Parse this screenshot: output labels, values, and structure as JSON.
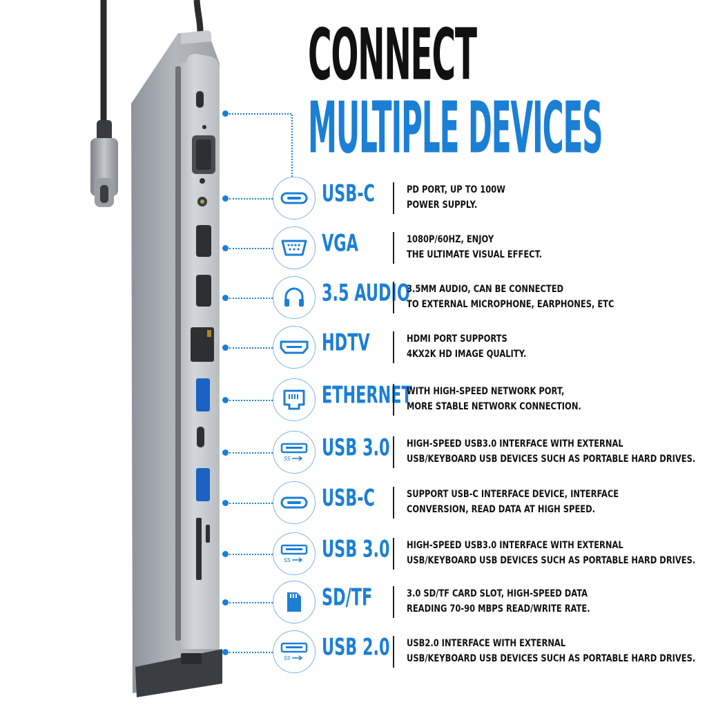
{
  "heading": {
    "line1": "CONNECT",
    "line2": "MULTIPLE DEVICES"
  },
  "colors": {
    "accent": "#1b7fd6",
    "title_dark": "#111111",
    "hub_body": "#a7abb2",
    "hub_face": "#c9ccd1"
  },
  "features": [
    {
      "icon": "usb-c-icon",
      "label": "USB-C",
      "desc": [
        "PD PORT, UP TO 100W",
        "POWER SUPPLY."
      ]
    },
    {
      "icon": "vga-icon",
      "label": "VGA",
      "desc": [
        "1080P/60HZ, ENJOY",
        "THE ULTIMATE VISUAL EFFECT."
      ]
    },
    {
      "icon": "headphones-icon",
      "label": "3.5 AUDIO",
      "desc": [
        "3.5MM AUDIO, CAN BE CONNECTED",
        "TO EXTERNAL MICROPHONE, EARPHONES, ETC"
      ]
    },
    {
      "icon": "hdmi-icon",
      "label": "HDTV",
      "desc": [
        "HDMI PORT SUPPORTS",
        "4KX2K HD IMAGE QUALITY."
      ]
    },
    {
      "icon": "ethernet-icon",
      "label": "ETHERNET",
      "desc": [
        "WITH HIGH-SPEED NETWORK PORT,",
        "MORE STABLE NETWORK CONNECTION."
      ]
    },
    {
      "icon": "usb-3-icon",
      "label": "USB 3.0",
      "desc": [
        "HIGH-SPEED USB3.0 INTERFACE WITH EXTERNAL",
        "USB/KEYBOARD USB DEVICES SUCH AS PORTABLE HARD DRIVES."
      ]
    },
    {
      "icon": "usb-c-icon",
      "label": "USB-C",
      "desc": [
        "SUPPORT USB-C INTERFACE DEVICE, INTERFACE",
        "CONVERSION, READ DATA AT HIGH SPEED."
      ]
    },
    {
      "icon": "usb-3-icon",
      "label": "USB 3.0",
      "desc": [
        "HIGH-SPEED USB3.0 INTERFACE WITH EXTERNAL",
        "USB/KEYBOARD USB DEVICES SUCH AS PORTABLE HARD DRIVES."
      ]
    },
    {
      "icon": "sd-card-icon",
      "label": "SD/TF",
      "desc": [
        "3.0 SD/TF CARD SLOT, HIGH-SPEED DATA",
        "READING 70-90 MBPS READ/WRITE RATE."
      ]
    },
    {
      "icon": "usb-2-icon",
      "label": "USB 2.0",
      "desc": [
        "USB2.0 INTERFACE WITH EXTERNAL",
        "USB/KEYBOARD USB DEVICES SUCH AS PORTABLE HARD DRIVES."
      ]
    }
  ]
}
